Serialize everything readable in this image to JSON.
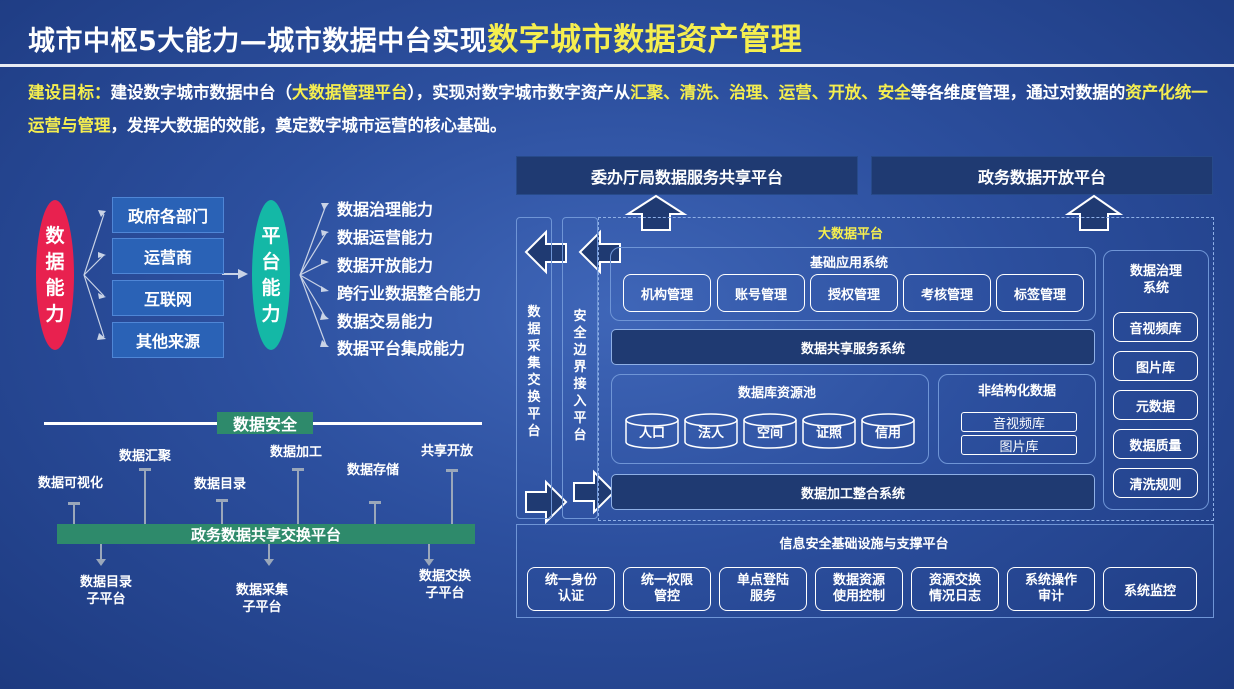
{
  "header": {
    "title_main": "城市中枢5大能力—城市数据中台实现",
    "title_highlight": "数字城市数据资产管理"
  },
  "goal": {
    "label": "建设目标：",
    "t1": "建设数字城市数据中台（",
    "h1": "大数据管理平台",
    "t2": "），实现对数字城市数字资产从",
    "h2": "汇聚、清洗、治理、运营、开放、安全",
    "t3": "等各维度管理，通过对数据的",
    "h3": "资产化统一运营与管理",
    "t4": "，发挥大数据的效能，奠定数字城市运营的核心基础。"
  },
  "left": {
    "data_ability": [
      "数",
      "据",
      "能",
      "力"
    ],
    "sources": [
      "政府各部门",
      "运营商",
      "互联网",
      "其他来源"
    ],
    "platform_ability": [
      "平",
      "台",
      "能",
      "力"
    ],
    "abilities": [
      "数据治理能力",
      "数据运营能力",
      "数据开放能力",
      "跨行业数据整合能力",
      "数据交易能力",
      "数据平台集成能力"
    ]
  },
  "security": {
    "title": "数据安全",
    "bar": "政务数据共享交换平台",
    "upper_labels": {
      "visual": "数据可视化",
      "gather": "数据汇聚",
      "catalog": "数据目录",
      "process": "数据加工",
      "storage": "数据存储",
      "open": "共享开放"
    },
    "lower_labels": {
      "catalog_sub": [
        "数据目录",
        "子平台"
      ],
      "collect_sub": [
        "数据采集",
        "子平台"
      ],
      "exchange_sub": [
        "数据交换",
        "子平台"
      ]
    }
  },
  "right": {
    "top_left_bar": "委办厅局数据服务共享平台",
    "top_right_bar": "政务数据开放平台",
    "bigdata_title": "大数据平台",
    "left_col1": [
      "数",
      "据",
      "采",
      "集",
      "交",
      "换",
      "平",
      "台"
    ],
    "left_col2": [
      "安",
      "全",
      "边",
      "界",
      "接",
      "入",
      "平",
      "台"
    ],
    "base_app": {
      "title": "基础应用系统",
      "items": [
        "机构管理",
        "账号管理",
        "授权管理",
        "考核管理",
        "标签管理"
      ]
    },
    "share_service": "数据共享服务系统",
    "db_pool": {
      "title": "数据库资源池",
      "items": [
        "人口",
        "法人",
        "空间",
        "证照",
        "信用"
      ]
    },
    "unstructured": {
      "title": "非结构化数据",
      "items": [
        "音视频库",
        "图片库"
      ]
    },
    "process_system": "数据加工整合系统",
    "governance": {
      "title": [
        "数据治理",
        "系统"
      ],
      "items": [
        "音视频库",
        "图片库",
        "元数据",
        "数据质量",
        "清洗规则"
      ]
    },
    "infosec": {
      "title": "信息安全基础设施与支撑平台",
      "items": [
        [
          "统一身份",
          "认证"
        ],
        [
          "统一权限",
          "管控"
        ],
        [
          "单点登陆",
          "服务"
        ],
        [
          "数据资源",
          "使用控制"
        ],
        [
          "资源交换",
          "情况日志"
        ],
        [
          "系统操作",
          "审计"
        ],
        [
          "系统监控"
        ]
      ]
    }
  },
  "colors": {
    "highlight": "#f5ee4f",
    "data_ability": "#e8214f",
    "platform_ability": "#14b8a6",
    "security_green": "#2e8a6b"
  }
}
